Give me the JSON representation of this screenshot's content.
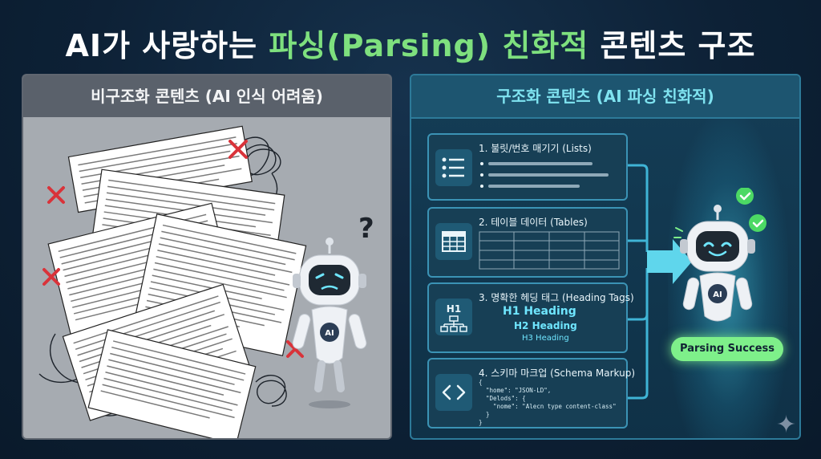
{
  "title": {
    "prefix": "AI가 사랑하는",
    "highlight": "파싱(Parsing) 친화적",
    "suffix": "콘텐츠 구조"
  },
  "left_panel": {
    "heading": "비구조화 콘텐츠 (AI 인식 어려움)",
    "robot_mark": "AI",
    "question_mark": "?"
  },
  "right_panel": {
    "heading": "구조화 콘텐츠 (AI 파싱 친화적)",
    "cards": [
      {
        "title": "1. 불릿/번호 매기기 (Lists)",
        "icon": "list-icon"
      },
      {
        "title": "2. 테이블 데이터 (Tables)",
        "icon": "table-icon"
      },
      {
        "title": "3. 명확한 헤딩 태그 (Heading Tags)",
        "icon": "hierarchy-icon",
        "icon_label": "H1",
        "h1": "H1 Heading",
        "h2": "H2 Heading",
        "h3": "H3 Heading"
      },
      {
        "title": "4. 스키마 마크업 (Schema Markup)",
        "icon": "code-icon",
        "code": "{\n  \"home\": \"JSON-LD\",\n  \"Delods\": {\n    \"nome\": \"Alecn type content-class\"\n  }\n}"
      }
    ],
    "robot_mark": "AI",
    "status_badge": "Parsing Success"
  },
  "colors": {
    "accent_green": "#7ee07e",
    "cyan": "#6fe6ff",
    "cross_red": "#d9333a"
  }
}
